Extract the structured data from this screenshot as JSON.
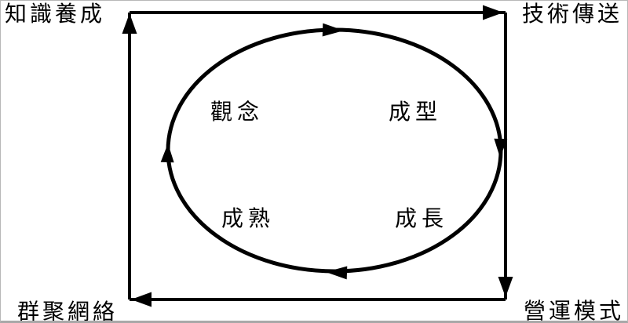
{
  "diagram": {
    "title": "cluster-lifecycle-cycle-diagram",
    "corner_labels": {
      "top_left": "知識養成",
      "top_right": "技術傳送",
      "bottom_left": "群聚網絡",
      "bottom_right": "營運模式"
    },
    "cycle_labels": {
      "top_left": "觀念",
      "top_right": "成型",
      "bottom_left": "成熟",
      "bottom_right": "成長"
    },
    "flow_direction": "clockwise",
    "colors": {
      "line": "#000000",
      "text": "#000000",
      "background": "#ffffff",
      "frame_border": "#b8b8b8"
    }
  }
}
